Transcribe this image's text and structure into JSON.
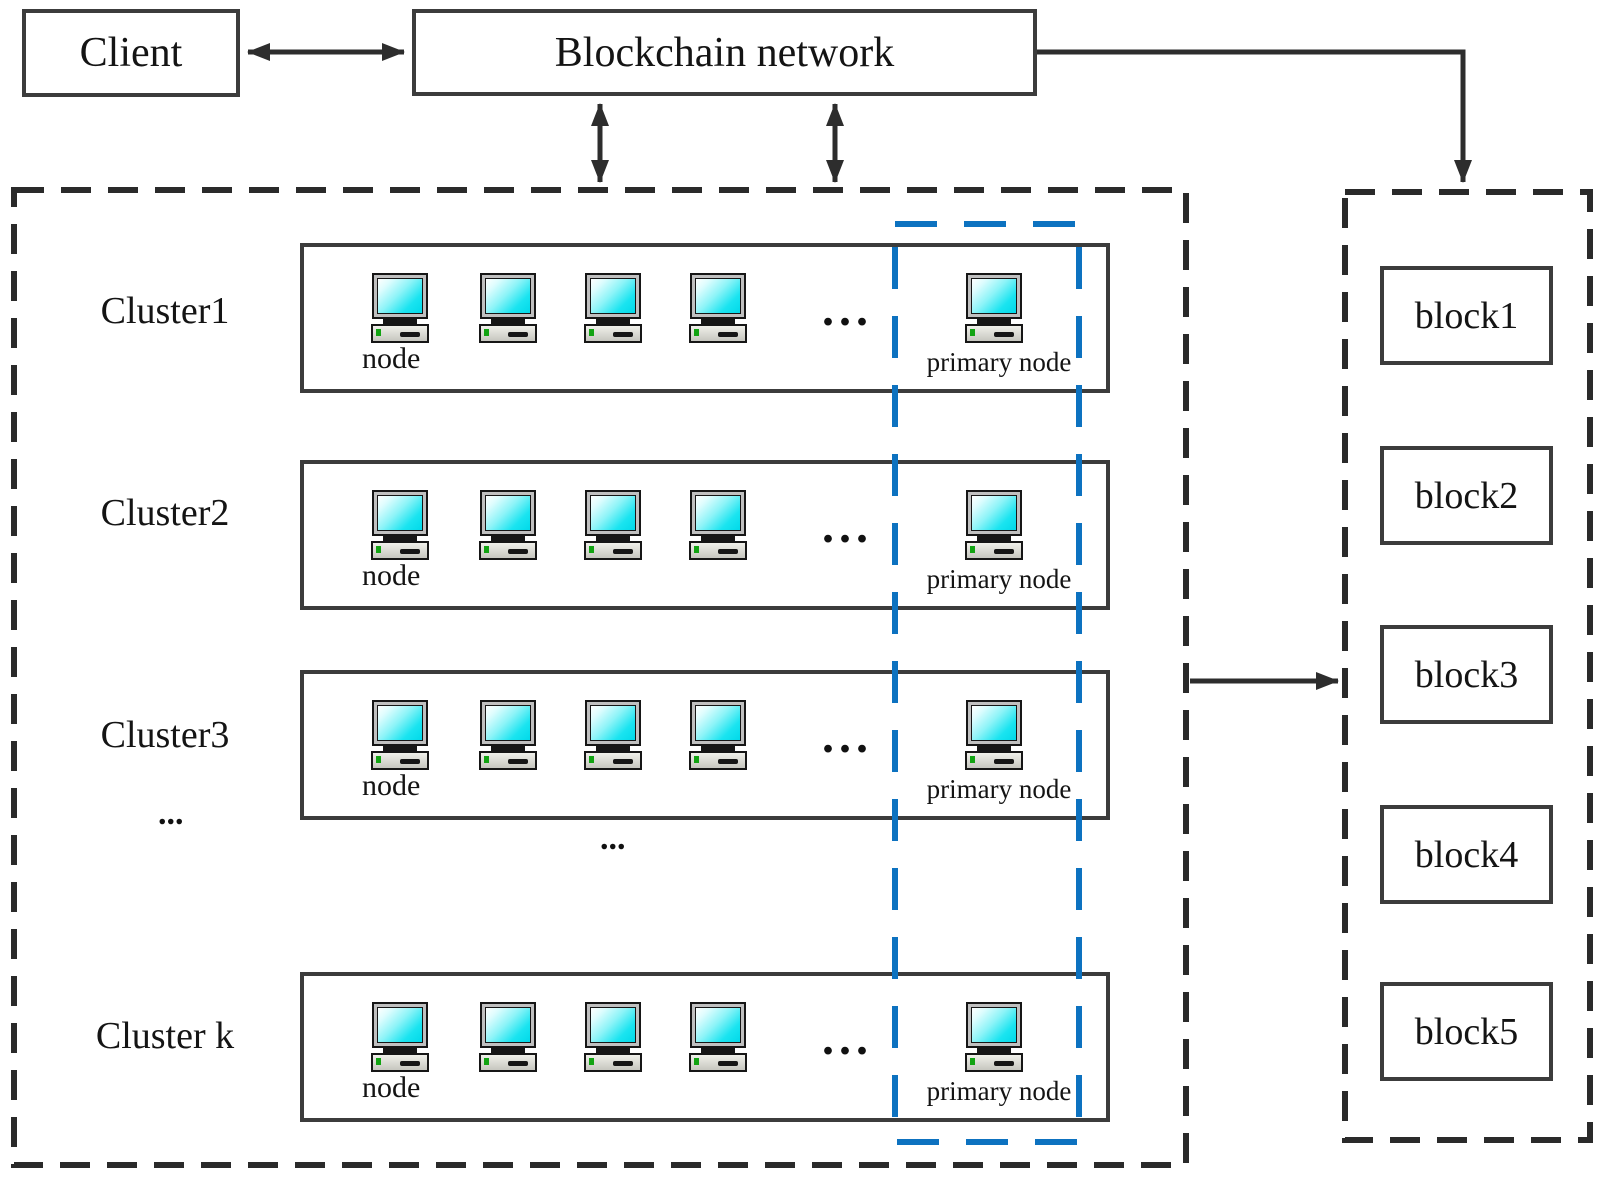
{
  "colors": {
    "accent_blue": "#0d72c0",
    "line_dark": "#2d2d2d"
  },
  "client_box": {
    "label": "Client"
  },
  "network_box": {
    "label": "Blockchain network"
  },
  "cluster_panel": {
    "clusters_ellipsis": "...",
    "rows_ellipsis": "...",
    "clusters": [
      {
        "label": "Cluster1",
        "node_label": "node",
        "ellipsis": "...",
        "primary_label": "primary node"
      },
      {
        "label": "Cluster2",
        "node_label": "node",
        "ellipsis": "...",
        "primary_label": "primary node"
      },
      {
        "label": "Cluster3",
        "node_label": "node",
        "ellipsis": "...",
        "primary_label": "primary node"
      },
      {
        "label": "Cluster k",
        "node_label": "node",
        "ellipsis": "...",
        "primary_label": "primary node"
      }
    ]
  },
  "ledger_panel": {
    "blocks": [
      {
        "label": "block1"
      },
      {
        "label": "block2"
      },
      {
        "label": "block3"
      },
      {
        "label": "block4"
      },
      {
        "label": "block5"
      }
    ]
  }
}
